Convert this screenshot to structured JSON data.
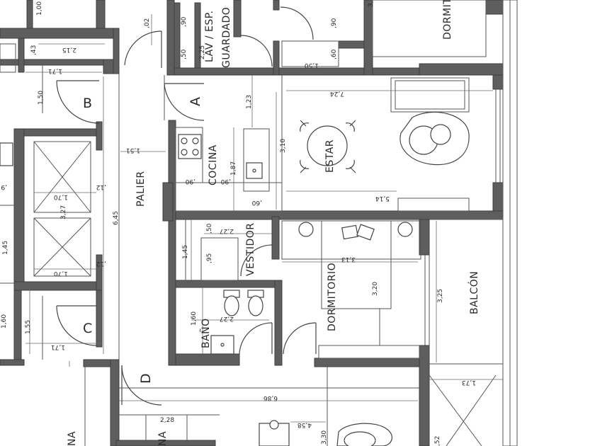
{
  "rooms": {
    "palier": "PALIER",
    "cocina": "COCINA",
    "estar": "ESTAR",
    "vestidor": "VESTIDOR",
    "dormitorio": "DORMITORIO",
    "bano": "BAÑO",
    "balcon": "BALCÓN",
    "lav_esp": "LAV / ESP.",
    "guardado": "GUARDADO",
    "dormit_top": "DORMIT"
  },
  "labels": {
    "a": "A",
    "b": "B",
    "c": "C",
    "d": "D"
  },
  "dims": {
    "d1_00": "1,00",
    "d_02": ",02",
    "d2_15": "2,15",
    "d_43": ",43",
    "d1_71a": "1,71",
    "d1_50a": "1,50",
    "d1_51": "1,51",
    "d1_70a": "1,70",
    "d1_70b": "1,70",
    "d3_27": "3,27",
    "d_12a": ",12",
    "d_12b": ",12",
    "d6_45": "6,45",
    "d1_45a": "1,45",
    "d1_55": "1,55",
    "d1_71b": "1,71",
    "d_9a": ",9",
    "d_90a": ",90",
    "d_50a": ",50",
    "d2_25": "2,25",
    "d_90b": ",90",
    "d_60": ",60",
    "d1_50b": "1,50",
    "d1_23": "1,23",
    "d7_24": "7,24",
    "d3_10": "3,10",
    "d_90c": ",90",
    "d_90d": ",90",
    "d1_87": "1,87",
    "d_60b": ",60",
    "d5_14": "5,14",
    "d_50b": ",50",
    "d2_27a": "2,27",
    "d1_45b": "1,45",
    "d_95": ",95",
    "d3_13": "3,13",
    "d3_20": "3,20",
    "d3_25": "3,25",
    "d1_60a": "1,60",
    "d2_27b": "2,27",
    "d1_60b": "1,60",
    "d6_86": "6,86",
    "d1_73": "1,73",
    "d2_28": "2,28",
    "d4_58": "4,58",
    "d3_30": "3,30",
    "d_52": ",52",
    "d_3": "3,"
  },
  "bottom_texts": {
    "na1": "NA",
    "na2": "NA"
  }
}
